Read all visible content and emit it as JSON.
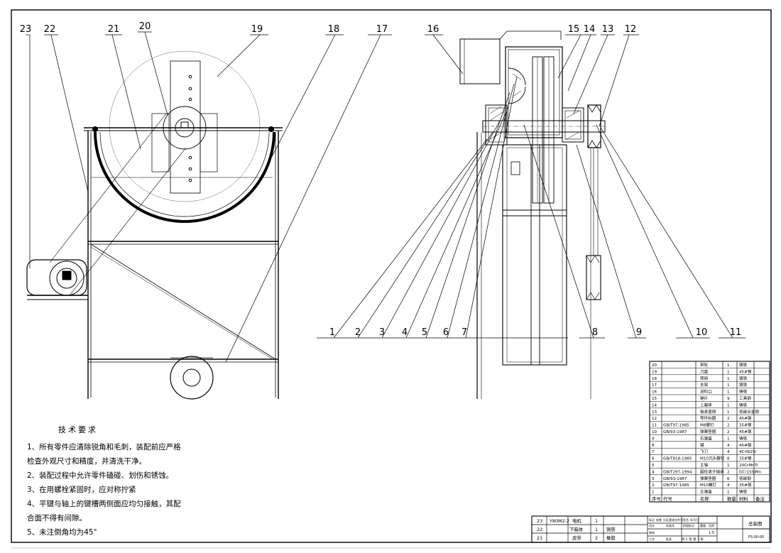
{
  "callouts": [
    "1",
    "2",
    "3",
    "4",
    "5",
    "6",
    "7",
    "8",
    "9",
    "10",
    "11",
    "12",
    "13",
    "14",
    "15",
    "16",
    "17",
    "18",
    "19",
    "20",
    "21",
    "22",
    "23"
  ],
  "tech": {
    "title": "技术要求",
    "lines": [
      "1、所有零件应清除锐角和毛刺，装配前应严格",
      "   检查外观尺寸和精度，并清洗干净。",
      "2、装配过程中允许零件磕碰、划伤和锈蚀。",
      "3、在用螺栓紧固时，应对称拧紧",
      "4、平键与轴上的键槽两侧面应均匀接触，其配",
      "合面不得有间隙。",
      "5、未注倒角均为45°"
    ]
  },
  "bom": {
    "rows": [
      {
        "no": "20",
        "code": "",
        "name": "带轮",
        "qty": "1",
        "mat": "铸铁",
        "note": ""
      },
      {
        "no": "19",
        "code": "",
        "name": "刀盘",
        "qty": "1",
        "mat": "45#钢",
        "note": ""
      },
      {
        "no": "18",
        "code": "",
        "name": "筛网",
        "qty": "1",
        "mat": "铸铁",
        "note": ""
      },
      {
        "no": "17",
        "code": "",
        "name": "支架",
        "qty": "1",
        "mat": "铸铁",
        "note": ""
      },
      {
        "no": "16",
        "code": "",
        "name": "进料口",
        "qty": "1",
        "mat": "铸铁",
        "note": ""
      },
      {
        "no": "15",
        "code": "",
        "name": "锤片",
        "qty": "9",
        "mat": "工具钢",
        "note": ""
      },
      {
        "no": "14",
        "code": "",
        "name": "上箱体",
        "qty": "1",
        "mat": "铸铁",
        "note": ""
      },
      {
        "no": "13",
        "code": "",
        "name": "轴承盖侧",
        "qty": "1",
        "mat": "低碳合金钢",
        "note": ""
      },
      {
        "no": "12",
        "code": "",
        "name": "零件标圈",
        "qty": "2",
        "mat": "45#钢",
        "note": ""
      },
      {
        "no": "11",
        "code": "GB/T97-1985",
        "name": "M8螺钉",
        "qty": "2",
        "mat": "35#钢",
        "note": ""
      },
      {
        "no": "10",
        "code": "GB/93-1987",
        "name": "弹簧垫圈",
        "qty": "2",
        "mat": "45#钢",
        "note": ""
      },
      {
        "no": "9",
        "code": "",
        "name": "右端盖",
        "qty": "1",
        "mat": "铸铁",
        "note": ""
      },
      {
        "no": "8",
        "code": "",
        "name": "键",
        "qty": "4",
        "mat": "45#钢",
        "note": ""
      },
      {
        "no": "7",
        "code": "",
        "name": "飞刀",
        "qty": "4",
        "mat": "4CrW2Si",
        "note": ""
      },
      {
        "no": "6",
        "code": "GB/T818-1985",
        "name": "M10沉头螺钉",
        "qty": "8",
        "mat": "35#钢",
        "note": ""
      },
      {
        "no": "5",
        "code": "",
        "name": "主轴",
        "qty": "1",
        "mat": "20CrMnTi",
        "note": ""
      },
      {
        "no": "4",
        "code": "GB/T297-1994",
        "name": "圆柱滚子轴承",
        "qty": "2",
        "mat": "GCr15SiMn",
        "note": ""
      },
      {
        "no": "3",
        "code": "GB/93-1987",
        "name": "弹簧垫圈",
        "qty": "6",
        "mat": "低碳钢",
        "note": ""
      },
      {
        "no": "2",
        "code": "GB/T97-1985",
        "name": "M10螺钉",
        "qty": "4",
        "mat": "35#钢",
        "note": ""
      },
      {
        "no": "1",
        "code": "",
        "name": "左端盖",
        "qty": "1",
        "mat": "铸铁",
        "note": ""
      }
    ],
    "header": {
      "no": "序号",
      "code": "代号",
      "name": "名称",
      "qty": "数量",
      "mat": "材料",
      "note": "备注"
    }
  },
  "small_bom": {
    "rows": [
      {
        "no": "23",
        "code": "Y80M2-2",
        "name": "电机",
        "qty": "1",
        "mat": ""
      },
      {
        "no": "22",
        "code": "",
        "name": "下箱体",
        "qty": "1",
        "mat": "铸铁"
      },
      {
        "no": "21",
        "code": "",
        "name": "皮带",
        "qty": "2",
        "mat": "橡胶"
      }
    ]
  },
  "titleblock": {
    "drawing_name": "总装图",
    "scale": "1:5",
    "sheet": "共 1 张  第 1 张",
    "labels": [
      "标记",
      "处数",
      "分区",
      "更改文件号",
      "签名",
      "年月日",
      "设计",
      "标准化",
      "阶段标记",
      "重量",
      "比例",
      "审核",
      "工艺",
      "批准"
    ],
    "code": "FS-00-00"
  }
}
